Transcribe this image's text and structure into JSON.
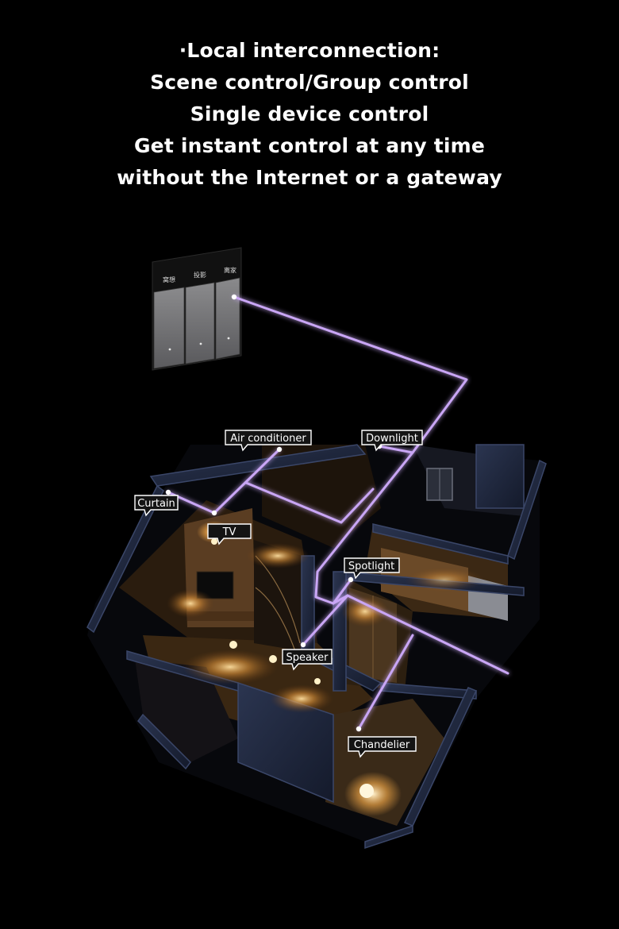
{
  "headline": {
    "line1": "·Local interconnection:",
    "line2": "Scene control/Group control",
    "line3": "Single device control",
    "line4": "Get instant control at any time",
    "line5": "without the Internet or a gateway"
  },
  "switch_panel": {
    "button_labels": [
      "窝想",
      "投影",
      "离家"
    ]
  },
  "devices": {
    "air_conditioner": "Air conditioner",
    "downlight": "Downlight",
    "curtain": "Curtain",
    "tv": "TV",
    "spotlight": "Spotlight",
    "speaker": "Speaker",
    "chandelier": "Chandelier"
  },
  "colors": {
    "connection_line": "#c9a6f5",
    "background": "#000000",
    "warm_light": "#ffc46b"
  }
}
